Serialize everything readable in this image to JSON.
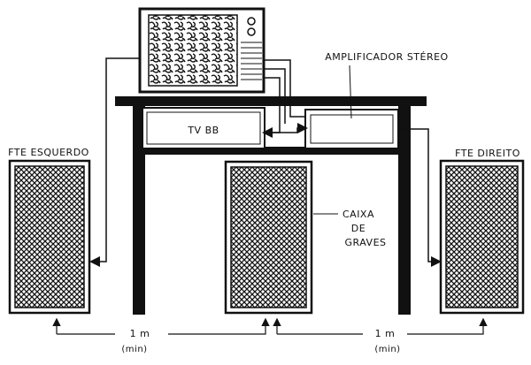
{
  "labels": {
    "tv": "TV BB",
    "amplifier": "AMPLIFICADOR STÉREO",
    "left_speaker": "FTE ESQUERDO",
    "right_speaker": "FTE DIREITO",
    "subwoofer": [
      "CAIXA",
      "DE",
      "GRAVES"
    ],
    "distance_left": "1 m",
    "distance_left_note": "(min)",
    "distance_right": "1 m",
    "distance_right_note": "(min)"
  }
}
